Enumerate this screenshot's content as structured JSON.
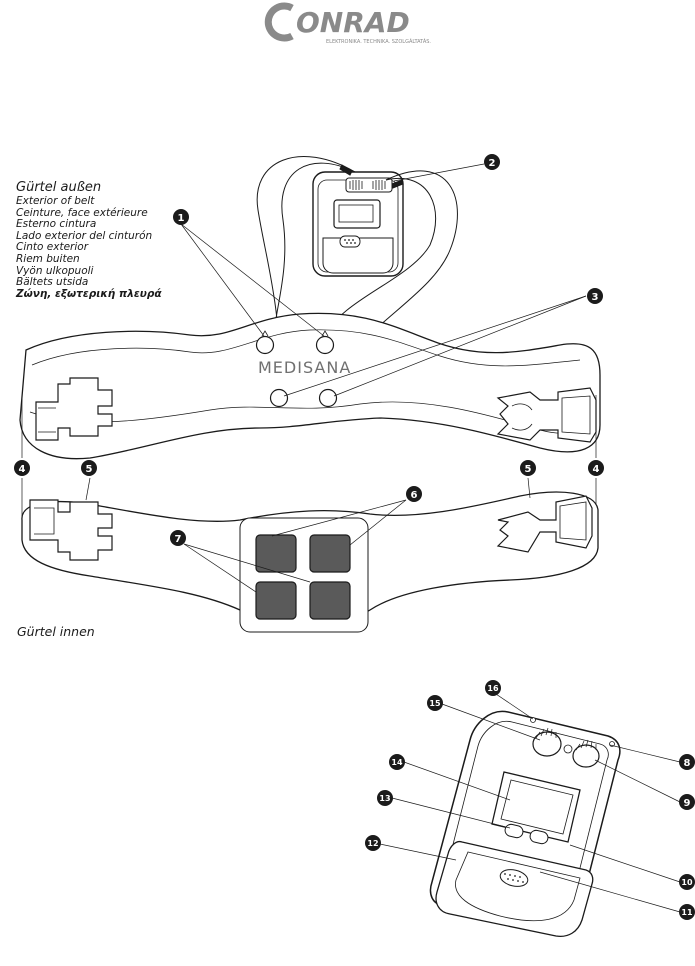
{
  "logo": {
    "brand": "ONRAD",
    "tagline": "ELEKTRONIKA. TECHNIKA. SZOLGÁLTATÁS."
  },
  "belt_brand": "MEDISANA",
  "belt_exterior_labels": [
    "Gürtel außen",
    "Exterior of belt",
    "Ceinture, face extérieure",
    "Esterno cintura",
    "Lado exterior del cinturón",
    "Cinto exterior",
    "Riem buiten",
    "Vyön ulkopuoli",
    "Bältets utsida",
    "Ζώνη, εξωτερική πλευρά"
  ],
  "belt_interior_label": "Gürtel innen",
  "callouts": [
    "1",
    "2",
    "3",
    "4",
    "5",
    "6",
    "7",
    "8",
    "9",
    "10",
    "11",
    "12",
    "13",
    "14",
    "15",
    "16"
  ],
  "colors": {
    "ink": "#1b1b1b",
    "logo_gray": "#8a8a8a",
    "pad": "#5a5a5a"
  }
}
